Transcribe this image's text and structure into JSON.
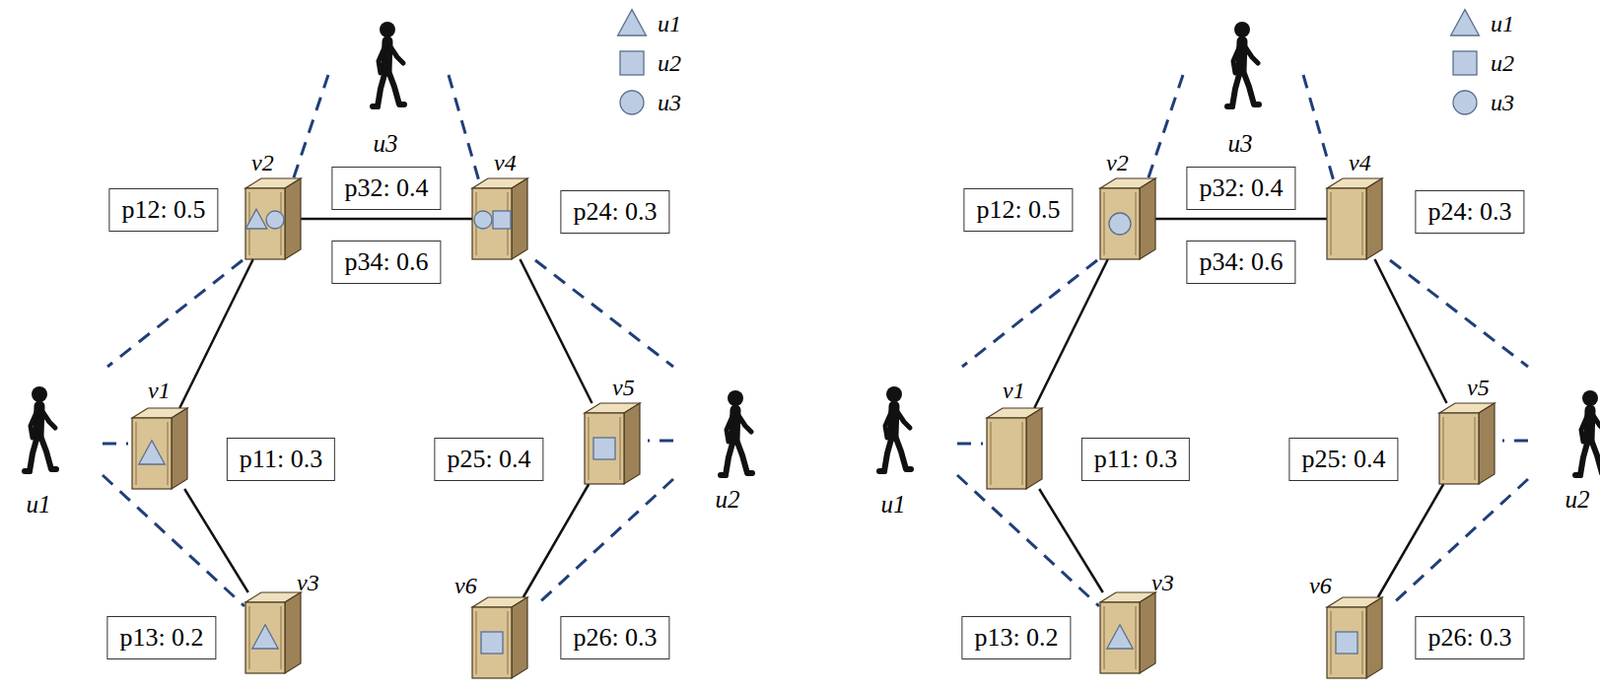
{
  "diagram": {
    "nodes": [
      {
        "text": [
          "v2"
        ]
      },
      {
        "text": [
          "p12: 0.5"
        ]
      },
      {
        "text": [
          "p32: 0.4"
        ]
      },
      {
        "text": [
          "p34: 0.6"
        ]
      },
      {
        "text": [
          "v4"
        ]
      },
      {
        "text": [
          "p24: 0.3"
        ]
      },
      {
        "text": [
          "v1"
        ]
      },
      {
        "text": [
          "p11: 0.3"
        ]
      },
      {
        "text": [
          "p25: 0.4"
        ]
      },
      {
        "text": [
          "v5"
        ]
      },
      {
        "text": [
          "v3"
        ]
      },
      {
        "text": [
          "p13: 0.2"
        ]
      },
      {
        "text": [
          "v6"
        ]
      },
      {
        "text": [
          "p26: 0.3"
        ]
      },
      {
        "text": [
          "v2"
        ]
      },
      {
        "text": [
          "p12: 0.5"
        ]
      },
      {
        "text": [
          "p32: 0.4"
        ]
      },
      {
        "text": [
          "p34: 0.6"
        ]
      },
      {
        "text": [
          "v4"
        ]
      },
      {
        "text": [
          "p24: 0.3"
        ]
      },
      {
        "text": [
          "v1"
        ]
      },
      {
        "text": [
          "p11: 0.3"
        ]
      },
      {
        "text": [
          "p25: 0.4"
        ]
      },
      {
        "text": [
          "v5"
        ]
      },
      {
        "text": [
          "v3"
        ]
      },
      {
        "text": [
          "p13: 0.2"
        ]
      },
      {
        "text": [
          "v6"
        ]
      },
      {
        "text": [
          "p26: 0.3"
        ]
      }
    ],
    "edges": [
      {
        "from": 0,
        "to": 6,
        "arrow": "none"
      },
      {
        "from": 6,
        "to": 10,
        "arrow": "none"
      },
      {
        "from": 0,
        "to": 4,
        "arrow": "none"
      },
      {
        "from": 4,
        "to": 9,
        "arrow": "none"
      },
      {
        "from": 9,
        "to": 12,
        "arrow": "none"
      },
      {
        "from": 14,
        "to": 20,
        "arrow": "none"
      },
      {
        "from": 20,
        "to": 24,
        "arrow": "none"
      },
      {
        "from": 14,
        "to": 18,
        "arrow": "none"
      },
      {
        "from": 18,
        "to": 23,
        "arrow": "none"
      },
      {
        "from": 23,
        "to": 26,
        "arrow": "none"
      }
    ],
    "labels": [
      "u3",
      "u1",
      "u2",
      "u3",
      "u1",
      "u2"
    ],
    "legend": [
      {
        "text": "u1"
      },
      {
        "text": "u2"
      },
      {
        "text": "u3"
      },
      {
        "text": "u1"
      },
      {
        "text": "u2"
      },
      {
        "text": "u3"
      }
    ]
  }
}
